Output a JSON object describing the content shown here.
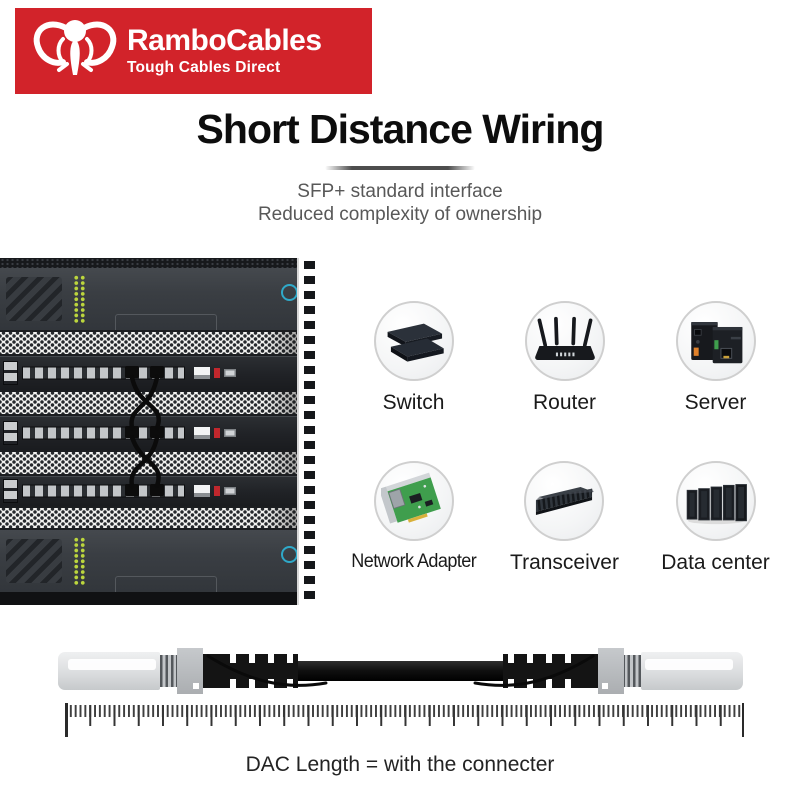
{
  "brand": {
    "name": "RamboCables",
    "tagline": "Tough Cables Direct"
  },
  "header": {
    "title": "Short Distance Wiring",
    "subtitles": [
      "SFP+ standard interface",
      "Reduced complexity of ownership"
    ]
  },
  "devices": {
    "items": [
      {
        "label": "Switch",
        "icon": "switch-icon"
      },
      {
        "label": "Router",
        "icon": "router-icon"
      },
      {
        "label": "Server",
        "icon": "server-icon"
      },
      {
        "label": "Network Adapter",
        "icon": "network-adapter-icon"
      },
      {
        "label": "Transceiver",
        "icon": "transceiver-icon"
      },
      {
        "label": "Data center",
        "icon": "data-center-icon"
      }
    ]
  },
  "figure": {
    "caption": "DAC Length = with the connecter"
  },
  "colors": {
    "brand_red": "#d2232a",
    "accent_teal": "#2fa9c9",
    "led_green": "#bcd63d",
    "circle_border": "#cfcfcf",
    "subtitle_gray": "#585858"
  }
}
